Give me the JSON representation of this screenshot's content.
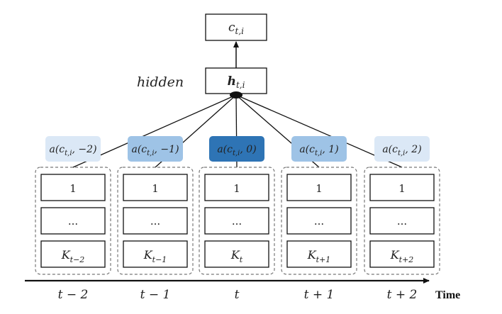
{
  "top_box": {
    "label": "c",
    "sub": "t,i"
  },
  "hidden_label": "hidden",
  "hidden_box": {
    "label": "h",
    "sub": "t,i"
  },
  "attention": [
    {
      "pre": "a(c",
      "sub": "t,i",
      "post": ", −2)",
      "color": "#dbe8f6"
    },
    {
      "pre": "a(c",
      "sub": "t,i",
      "post": ", −1)",
      "color": "#9ec3e6"
    },
    {
      "pre": "a(c",
      "sub": "t,i",
      "post": ", 0)",
      "color": "#2e74b5"
    },
    {
      "pre": "a(c",
      "sub": "t,i",
      "post": ", 1)",
      "color": "#9ec3e6"
    },
    {
      "pre": "a(c",
      "sub": "t,i",
      "post": ", 2)",
      "color": "#dbe8f6"
    }
  ],
  "groups": [
    {
      "row1": "1",
      "row2": "...",
      "k": "K",
      "k_sub": "t−2"
    },
    {
      "row1": "1",
      "row2": "...",
      "k": "K",
      "k_sub": "t−1"
    },
    {
      "row1": "1",
      "row2": "...",
      "k": "K",
      "k_sub": "t"
    },
    {
      "row1": "1",
      "row2": "...",
      "k": "K",
      "k_sub": "t+1"
    },
    {
      "row1": "1",
      "row2": "...",
      "k": "K",
      "k_sub": "t+2"
    }
  ],
  "time_labels": [
    "t − 2",
    "t − 1",
    "t",
    "t + 1",
    "t + 2"
  ],
  "axis_label": "Time"
}
